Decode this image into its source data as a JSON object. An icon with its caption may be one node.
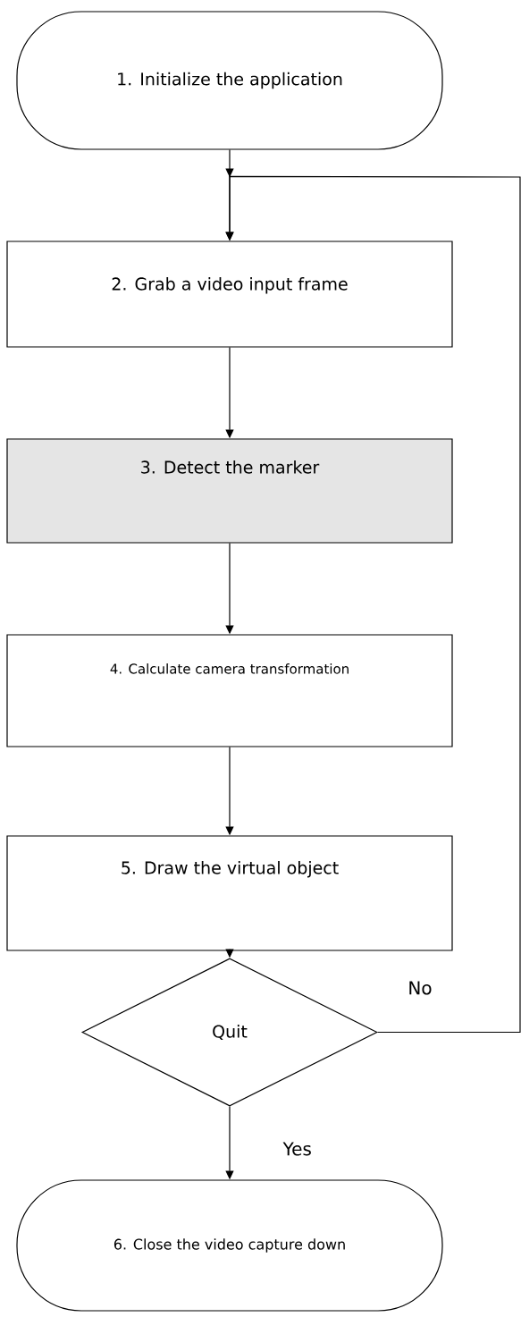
{
  "diagram": {
    "nodes": [
      {
        "text": [
          "1. Initialize the application"
        ]
      },
      {
        "text": [
          "2. Grab a video input frame"
        ]
      },
      {
        "text": [
          "3. Detect the marker"
        ]
      },
      {
        "text": [
          "4. Calculate camera transformation"
        ]
      },
      {
        "text": [
          "5. Draw the virtual object"
        ]
      },
      {
        "text": [
          "Quit"
        ]
      },
      {
        "text": [
          "6. Close the video capture down"
        ]
      }
    ],
    "edges": [
      {
        "from": 0,
        "to": 1,
        "arrow": "to"
      },
      {
        "from": 1,
        "to": 2,
        "arrow": "to"
      },
      {
        "from": 2,
        "to": 3,
        "arrow": "to"
      },
      {
        "from": 3,
        "to": 4,
        "arrow": "to"
      },
      {
        "from": 4,
        "to": 5,
        "arrow": "to"
      },
      {
        "from": 5,
        "to": 6,
        "arrow": "to",
        "label": "Yes"
      },
      {
        "from": 5,
        "to": 1,
        "arrow": "to",
        "label": "No"
      }
    ]
  }
}
